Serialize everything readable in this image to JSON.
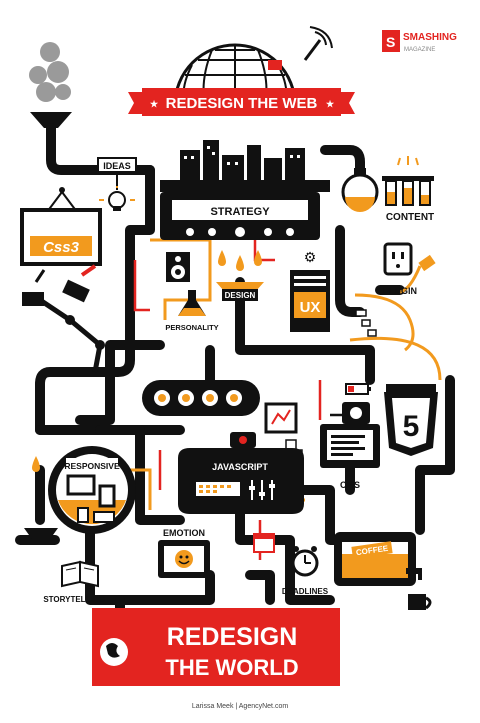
{
  "brand": {
    "name": "SMASHING",
    "sub": "MAGAZINE"
  },
  "banner": "REDESIGN THE WEB",
  "labels": {
    "ideas": "IDEAS",
    "strategy": "STRATEGY",
    "content": "CONTENT",
    "plugin": "PLUGIN",
    "design": "DESIGN",
    "ux": "UX",
    "personality": "PERSONALITY",
    "css3": "Css3",
    "html5": "5",
    "responsive": "RESPONSIVE",
    "javascript": "JAVASCRIPT",
    "cms": "CMS",
    "emotion": "EMOTION",
    "coffee": "COFFEE",
    "deadlines": "DEADLINES",
    "storytelling": "STORYTELLING"
  },
  "footer": {
    "line1": "REDESIGN",
    "line2": "THE WORLD",
    "credit": "Larissa Meek | AgencyNet.com"
  },
  "colors": {
    "red": "#e32420",
    "orange": "#f29a1e",
    "black": "#111111",
    "white": "#ffffff"
  }
}
